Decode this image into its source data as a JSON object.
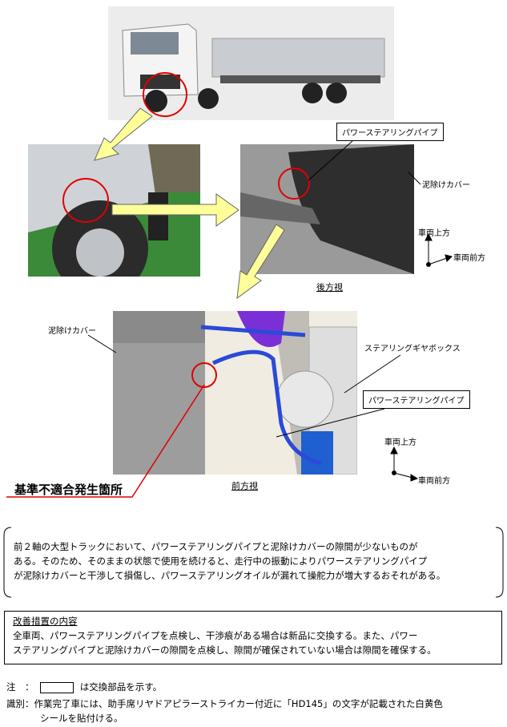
{
  "figure": {
    "rear_view": {
      "caption": "後方視",
      "callout_pipe": "パワーステアリングパイプ",
      "label_mudguard": "泥除けカバー",
      "axis_up": "車両上方",
      "axis_forward": "車両前方"
    },
    "front_view": {
      "caption": "前方視",
      "label_mudguard": "泥除けカバー",
      "label_gearbox": "ステアリングギヤボックス",
      "callout_pipe": "パワーステアリングパイプ",
      "axis_up": "車両上方",
      "axis_forward": "車両前方",
      "defect_location": "基準不適合発生箇所"
    },
    "colors": {
      "highlight": "#e00000",
      "arrow": "#ffff99"
    }
  },
  "description": {
    "lines": [
      "前２軸の大型トラックにおいて、パワーステアリングパイプと泥除けカバーの隙間が少ないものが",
      "ある。そのため、そのままの状態で使用を続けると、走行中の振動によりパワーステアリングパイプ",
      "が泥除けカバーと干渉して損傷し、パワーステアリングオイルが漏れて操舵力が増大するおそれがある。"
    ]
  },
  "remedy": {
    "title": "改善措置の内容",
    "lines": [
      "全車両、パワーステアリングパイプを点検し、干渉痕がある場合は新品に交換する。また、パワー",
      "ステアリングパイプと泥除けカバーの隙間を点検し、隙間が確保されていない場合は隙間を確保する。"
    ]
  },
  "notes": {
    "note_label": "注　：",
    "note_text": "は交換部品を示す。",
    "id_label": "識別：",
    "id_line1": "作業完了車には、助手席リヤドアピラーストライカー付近に「HD145」の文字が記載された白黄色",
    "id_line2": "シールを貼付ける。"
  }
}
